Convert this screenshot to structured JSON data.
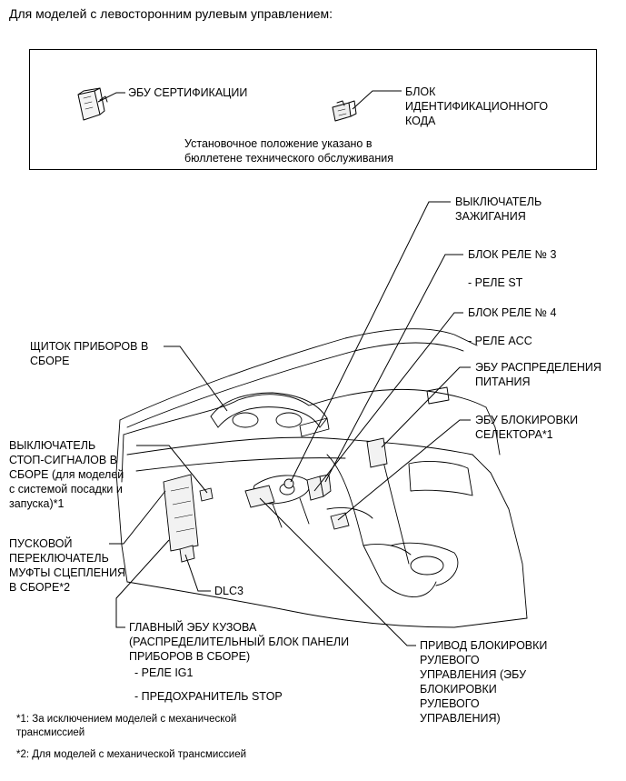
{
  "heading": "Для моделей с левосторонним рулевым управлением:",
  "box": {
    "ecu_certification": "ЭБУ СЕРТИФИКАЦИИ",
    "id_code_box": "БЛОК\nИДЕНТИФИКАЦИОННОГО\nКОДА",
    "note": "Установочное положение указано в\nбюллетене технического обслуживания"
  },
  "labels": {
    "ignition_switch": "ВЫКЛЮЧАТЕЛЬ\nЗАЖИГАНИЯ",
    "relay_block_3": "БЛОК РЕЛЕ № 3",
    "relay_st": "- РЕЛЕ ST",
    "relay_block_4": "БЛОК РЕЛЕ № 4",
    "relay_acc": "- РЕЛЕ ACC",
    "power_dist_ecu": "ЭБУ РАСПРЕДЕЛЕНИЯ\nПИТАНИЯ",
    "shift_lock_ecu": "ЭБУ БЛОКИРОВКИ\nСЕЛЕКТОРА*1",
    "instrument_cluster": "ЩИТОК ПРИБОРОВ В\nСБОРЕ",
    "stop_lamp_switch": "ВЫКЛЮЧАТЕЛЬ\nСТОП-СИГНАЛОВ В\nСБОРЕ (для моделей\nс системой посадки и\nзапуска)*1",
    "clutch_start_switch": "ПУСКОВОЙ\nПЕРЕКЛЮЧАТЕЛЬ\nМУФТЫ СЦЕПЛЕНИЯ\nВ СБОРЕ*2",
    "dlc3": "DLC3",
    "main_body_ecu": "ГЛАВНЫЙ ЭБУ КУЗОВА\n(РАСПРЕДЕЛИТЕЛЬНЫЙ БЛОК ПАНЕЛИ\nПРИБОРОВ В СБОРЕ)",
    "relay_ig1": "- РЕЛЕ IG1",
    "fuse_stop": "- ПРЕДОХРАНИТЕЛЬ STOP",
    "steering_lock": "ПРИВОД БЛОКИРОВКИ\nРУЛЕВОГО\nУПРАВЛЕНИЯ (ЭБУ\nБЛОКИРОВКИ\nРУЛЕВОГО\nУПРАВЛЕНИЯ)"
  },
  "footnotes": {
    "note1": "*1: За исключением моделей с механической\nтрансмиссией",
    "note2": "*2: Для моделей с механической трансмиссией"
  }
}
